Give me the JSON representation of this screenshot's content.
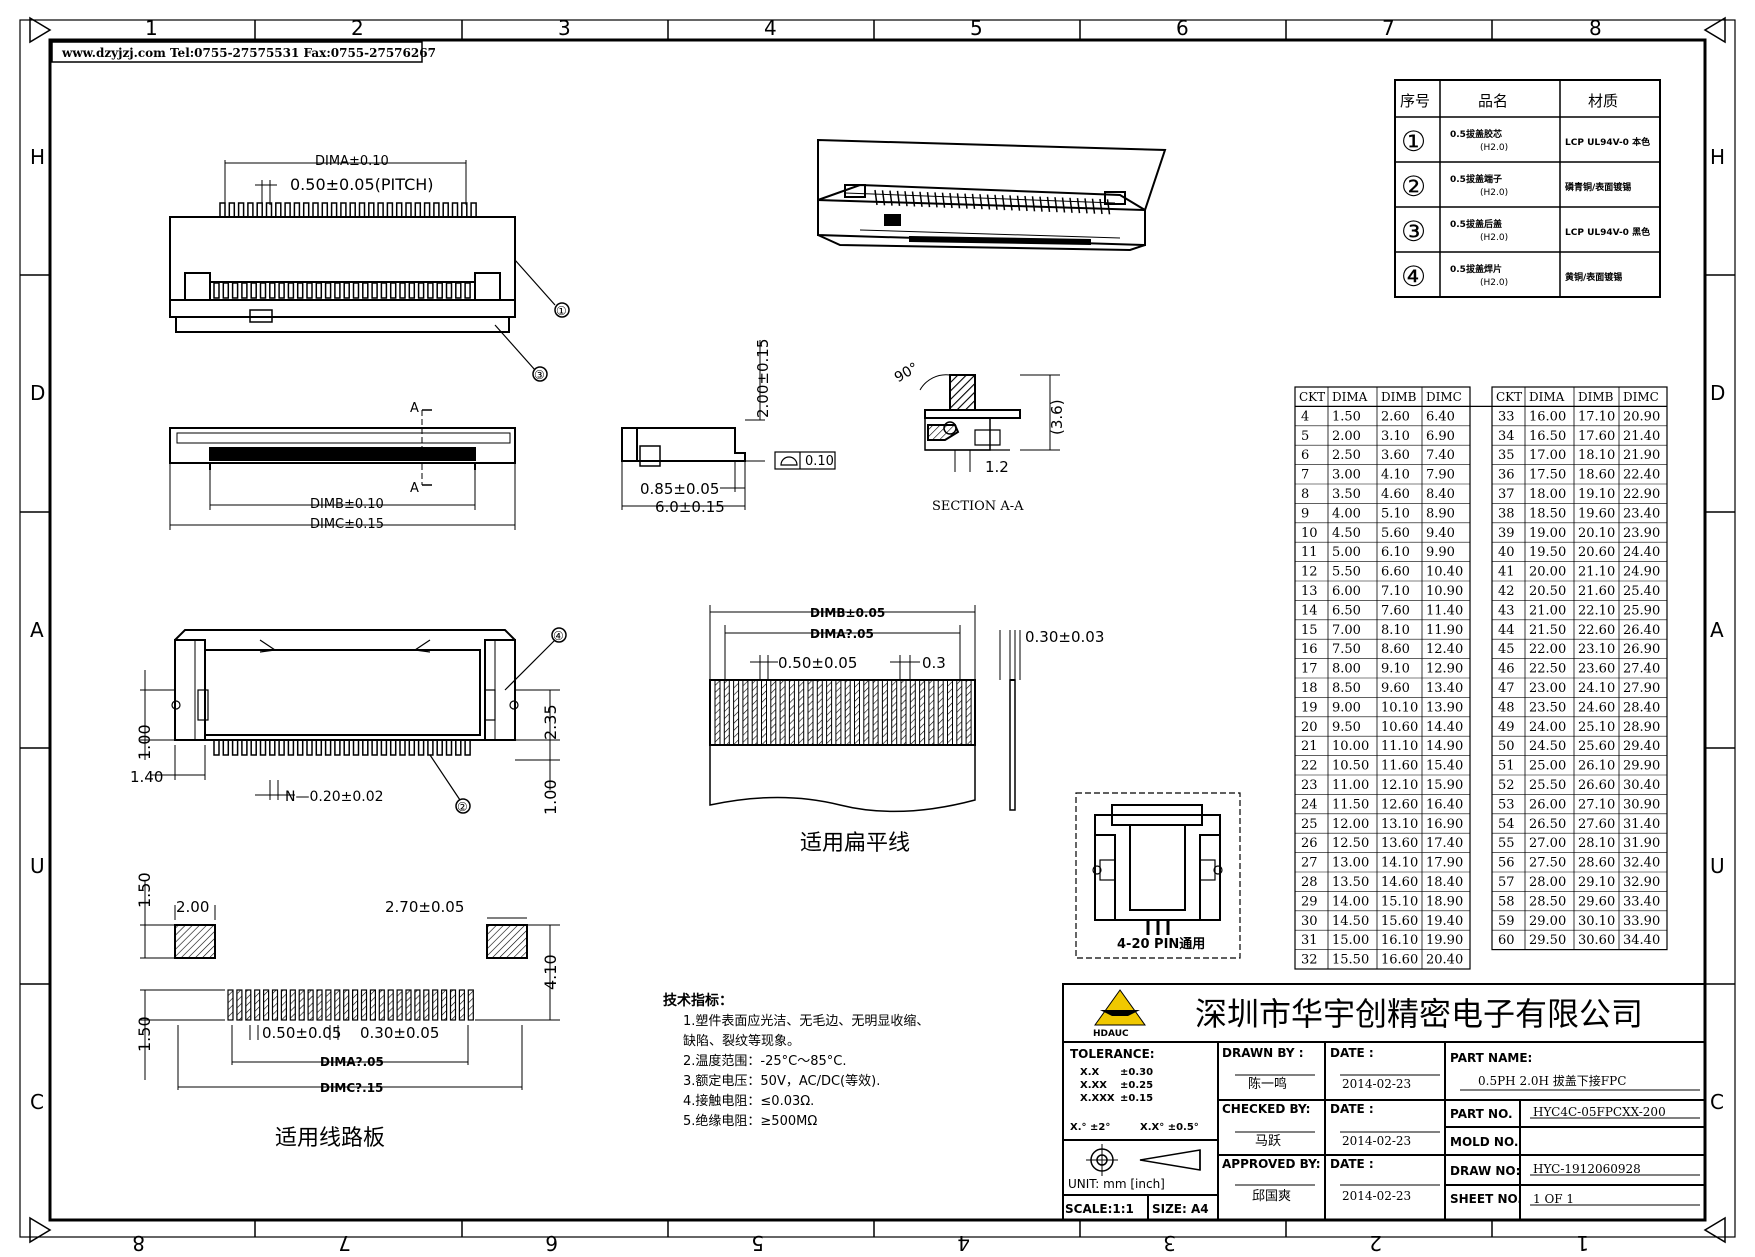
{
  "website_line": "www.dzyjzj.com  Tel:0755-27575531  Fax:0755-27576267",
  "grid": {
    "top_cols": [
      "1",
      "2",
      "3",
      "4",
      "5",
      "6",
      "7",
      "8"
    ],
    "bottom_cols": [
      "8",
      "7",
      "6",
      "5",
      "4",
      "3",
      "2",
      "1"
    ],
    "rows": [
      "H",
      "D",
      "A",
      "U",
      "C"
    ]
  },
  "bom": {
    "headers": [
      "序号",
      "品名",
      "材质"
    ],
    "rows": [
      {
        "no": "①",
        "name": "0.5拔盖胶芯",
        "sub": "(H2.0)",
        "material": "LCP UL94V-0 本色"
      },
      {
        "no": "②",
        "name": "0.5拔盖端子",
        "sub": "(H2.0)",
        "material": "磷青铜/表面镀锡"
      },
      {
        "no": "③",
        "name": "0.5拔盖后盖",
        "sub": "(H2.0)",
        "material": "LCP UL94V-0 黑色"
      },
      {
        "no": "④",
        "name": "0.5拔盖焊片",
        "sub": "(H2.0)",
        "material": "黄铜/表面镀锡"
      }
    ]
  },
  "dim_table": {
    "headers": [
      "CKT",
      "DIMA",
      "DIMB",
      "DIMC"
    ],
    "rows": [
      [
        "4",
        "1.50",
        "2.60",
        "6.40"
      ],
      [
        "5",
        "2.00",
        "3.10",
        "6.90"
      ],
      [
        "6",
        "2.50",
        "3.60",
        "7.40"
      ],
      [
        "7",
        "3.00",
        "4.10",
        "7.90"
      ],
      [
        "8",
        "3.50",
        "4.60",
        "8.40"
      ],
      [
        "9",
        "4.00",
        "5.10",
        "8.90"
      ],
      [
        "10",
        "4.50",
        "5.60",
        "9.40"
      ],
      [
        "11",
        "5.00",
        "6.10",
        "9.90"
      ],
      [
        "12",
        "5.50",
        "6.60",
        "10.40"
      ],
      [
        "13",
        "6.00",
        "7.10",
        "10.90"
      ],
      [
        "14",
        "6.50",
        "7.60",
        "11.40"
      ],
      [
        "15",
        "7.00",
        "8.10",
        "11.90"
      ],
      [
        "16",
        "7.50",
        "8.60",
        "12.40"
      ],
      [
        "17",
        "8.00",
        "9.10",
        "12.90"
      ],
      [
        "18",
        "8.50",
        "9.60",
        "13.40"
      ],
      [
        "19",
        "9.00",
        "10.10",
        "13.90"
      ],
      [
        "20",
        "9.50",
        "10.60",
        "14.40"
      ],
      [
        "21",
        "10.00",
        "11.10",
        "14.90"
      ],
      [
        "22",
        "10.50",
        "11.60",
        "15.40"
      ],
      [
        "23",
        "11.00",
        "12.10",
        "15.90"
      ],
      [
        "24",
        "11.50",
        "12.60",
        "16.40"
      ],
      [
        "25",
        "12.00",
        "13.10",
        "16.90"
      ],
      [
        "26",
        "12.50",
        "13.60",
        "17.40"
      ],
      [
        "27",
        "13.00",
        "14.10",
        "17.90"
      ],
      [
        "28",
        "13.50",
        "14.60",
        "18.40"
      ],
      [
        "29",
        "14.00",
        "15.10",
        "18.90"
      ],
      [
        "30",
        "14.50",
        "15.60",
        "19.40"
      ],
      [
        "31",
        "15.00",
        "16.10",
        "19.90"
      ],
      [
        "32",
        "15.50",
        "16.60",
        "20.40"
      ],
      [
        "33",
        "16.00",
        "17.10",
        "20.90"
      ],
      [
        "34",
        "16.50",
        "17.60",
        "21.40"
      ],
      [
        "35",
        "17.00",
        "18.10",
        "21.90"
      ],
      [
        "36",
        "17.50",
        "18.60",
        "22.40"
      ],
      [
        "37",
        "18.00",
        "19.10",
        "22.90"
      ],
      [
        "38",
        "18.50",
        "19.60",
        "23.40"
      ],
      [
        "39",
        "19.00",
        "20.10",
        "23.90"
      ],
      [
        "40",
        "19.50",
        "20.60",
        "24.40"
      ],
      [
        "41",
        "20.00",
        "21.10",
        "24.90"
      ],
      [
        "42",
        "20.50",
        "21.60",
        "25.40"
      ],
      [
        "43",
        "21.00",
        "22.10",
        "25.90"
      ],
      [
        "44",
        "21.50",
        "22.60",
        "26.40"
      ],
      [
        "45",
        "22.00",
        "23.10",
        "26.90"
      ],
      [
        "46",
        "22.50",
        "23.60",
        "27.40"
      ],
      [
        "47",
        "23.00",
        "24.10",
        "27.90"
      ],
      [
        "48",
        "23.50",
        "24.60",
        "28.40"
      ],
      [
        "49",
        "24.00",
        "25.10",
        "28.90"
      ],
      [
        "50",
        "24.50",
        "25.60",
        "29.40"
      ],
      [
        "51",
        "25.00",
        "26.10",
        "29.90"
      ],
      [
        "52",
        "25.50",
        "26.60",
        "30.40"
      ],
      [
        "53",
        "26.00",
        "27.10",
        "30.90"
      ],
      [
        "54",
        "26.50",
        "27.60",
        "31.40"
      ],
      [
        "55",
        "27.00",
        "28.10",
        "31.90"
      ],
      [
        "56",
        "27.50",
        "28.60",
        "32.40"
      ],
      [
        "57",
        "28.00",
        "29.10",
        "32.90"
      ],
      [
        "58",
        "28.50",
        "29.60",
        "33.40"
      ],
      [
        "59",
        "29.00",
        "30.10",
        "33.90"
      ],
      [
        "60",
        "29.50",
        "30.60",
        "34.40"
      ]
    ]
  },
  "dims": {
    "top_dima": "DIMA±0.10",
    "top_pitch": "0.50±0.05(PITCH)",
    "mid_dimb": "DIMB±0.10",
    "mid_dimc": "DIMC±0.15",
    "mark_a": "A",
    "side_height": "2.00±0.15",
    "side_flat": "0.10",
    "side_085": "0.85±0.05",
    "side_60": "6.0±0.15",
    "sec_angle": "90°",
    "sec_36": "(3.6)",
    "sec_12": "1.2",
    "section_label": "SECTION A-A",
    "bot_100": "1.00",
    "bot_140": "1.40",
    "bot_235": "2.35",
    "bot_100b": "1.00",
    "bot_n": "N—0.20±0.02",
    "fpc_dimb": "DIMB±0.05",
    "fpc_dima": "DIMA?.05",
    "fpc_050": "0.50±0.05",
    "fpc_03": "0.3",
    "fpc_thick": "0.30±0.03",
    "fpc_title": "适用扁平线",
    "pcb_150": "1.50",
    "pcb_200": "2.00",
    "pcb_270": "2.70±0.05",
    "pcb_410": "4.10",
    "pcb_150b": "1.50",
    "pcb_050": "0.50±0.05",
    "pcb_030": "0.30±0.05",
    "pcb_dima": "DIMA?.05",
    "pcb_dimc": "DIMC?.15",
    "pcb_title": "适用线路板",
    "pin_label": "4-20 PIN通用",
    "callouts": [
      "①",
      "③",
      "④",
      "②"
    ]
  },
  "spec": {
    "title": "技术指标：",
    "items": [
      "1.塑件表面应光洁、无毛边、无明显收缩、",
      "  缺陷、裂纹等现象。",
      "2.温度范围：-25°C～85°C.",
      "3.额定电压：50V，AC/DC(等效).",
      "4.接触电阻：≤0.03Ω.",
      "5.绝缘电阻：≥500MΩ"
    ]
  },
  "title_block": {
    "company": "深圳市华宇创精密电子有限公司",
    "logo_text": "HDAUC",
    "tolerance_label": "TOLERANCE:",
    "tol_rows": [
      [
        "X.X",
        "±0.30"
      ],
      [
        "X.XX",
        "±0.25"
      ],
      [
        "X.XXX",
        "±0.15"
      ]
    ],
    "tol_angle1": "X.° ±2°",
    "tol_angle2": "X.X° ±0.5°",
    "unit": "UNIT: mm [inch]",
    "scale": "SCALE:1:1",
    "size": "SIZE: A4",
    "drawn_by_label": "DRAWN BY :",
    "drawn_by": "陈一鸣",
    "checked_by_label": "CHECKED BY:",
    "checked_by": "马跃",
    "approved_by_label": "APPROVED BY:",
    "approved_by": "邱国爽",
    "date_label": "DATE :",
    "date1": "2014-02-23",
    "date2": "2014-02-23",
    "date3": "2014-02-23",
    "part_name_label": "PART NAME:",
    "part_name": "0.5PH 2.0H 拔盖下接FPC",
    "part_no_label": "PART NO.",
    "part_no": "HYC4C-05FPCXX-200",
    "mold_no_label": "MOLD NO.",
    "mold_no": "",
    "draw_no_label": "DRAW NO:",
    "draw_no": "HYC-1912060928",
    "sheet_no_label": "SHEET NO.",
    "sheet_no": "1 OF 1"
  }
}
